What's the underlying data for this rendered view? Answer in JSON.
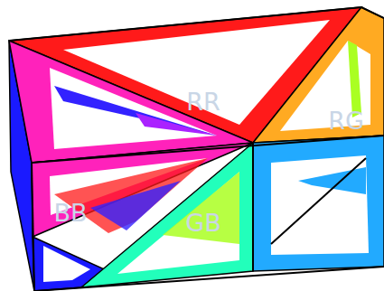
{
  "diagram": {
    "labels": [
      "RR",
      "RG",
      "BB",
      "GB"
    ]
  }
}
